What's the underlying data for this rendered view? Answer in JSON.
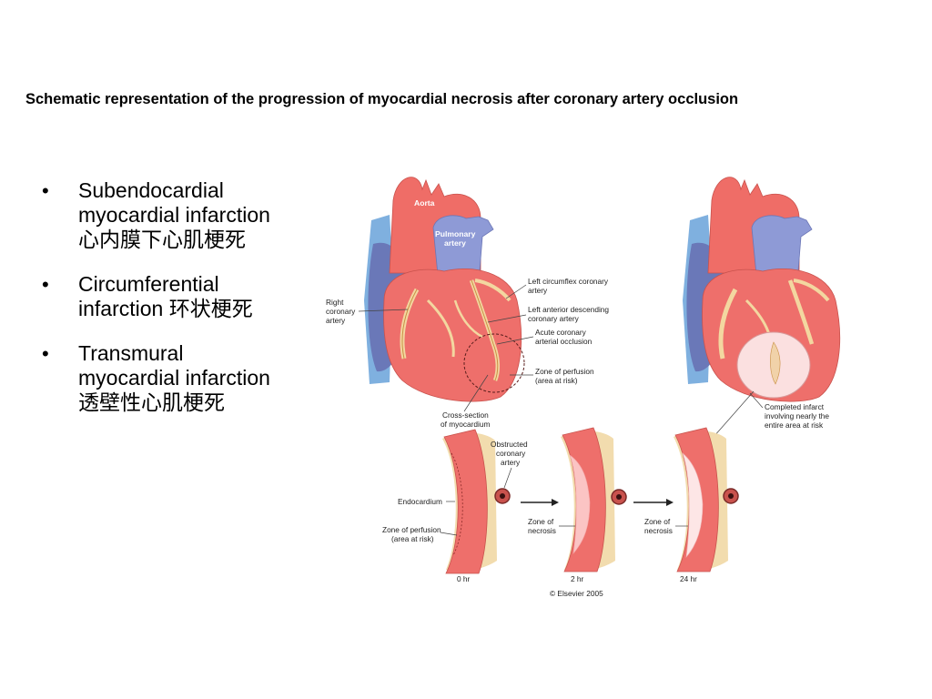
{
  "title": "Schematic representation of the progression of myocardial necrosis after coronary artery occlusion",
  "bullets": [
    {
      "text": "Subendocardial myocardial infarction 心内膜下心肌梗死"
    },
    {
      "text": "Circumferential infarction 环状梗死"
    },
    {
      "text": "Transmural myocardial infarction 透壁性心肌梗死"
    }
  ],
  "figure": {
    "heart_labels": {
      "aorta": "Aorta",
      "pulmonary_line1": "Pulmonary",
      "pulmonary_line2": "artery",
      "right_coronary": [
        "Right",
        "coronary",
        "artery"
      ],
      "left_circumflex": [
        "Left circumflex coronary",
        "artery"
      ],
      "lad": [
        "Left anterior descending",
        "coronary artery"
      ],
      "occlusion": [
        "Acute coronary",
        "arterial occlusion"
      ],
      "perfusion_zone": [
        "Zone of perfusion",
        "(area at risk)"
      ],
      "cross_section": [
        "Cross-section",
        "of myocardium"
      ],
      "completed_infarct": [
        "Completed infarct",
        "involving nearly the",
        "entire area at risk"
      ]
    },
    "section_labels": {
      "obstructed": [
        "Obstructed",
        "coronary",
        "artery"
      ],
      "endocardium": "Endocardium",
      "zone_perfusion": [
        "Zone of perfusion",
        "(area at risk)"
      ],
      "zone_necrosis_2": [
        "Zone of",
        "necrosis"
      ],
      "zone_necrosis_24": [
        "Zone of",
        "necrosis"
      ]
    },
    "times": [
      "0 hr",
      "2 hr",
      "24 hr"
    ],
    "copyright": "© Elsevier 2005"
  },
  "colors": {
    "myocardium": "#ee6f6b",
    "aorta": "#ef6d67",
    "pulmonary": "#8e9ad6",
    "vena_cava": "#7fb0df",
    "coronary": "#f3d7a0",
    "necrosis": "#fbe0e0",
    "fat": "#f2dcae"
  }
}
